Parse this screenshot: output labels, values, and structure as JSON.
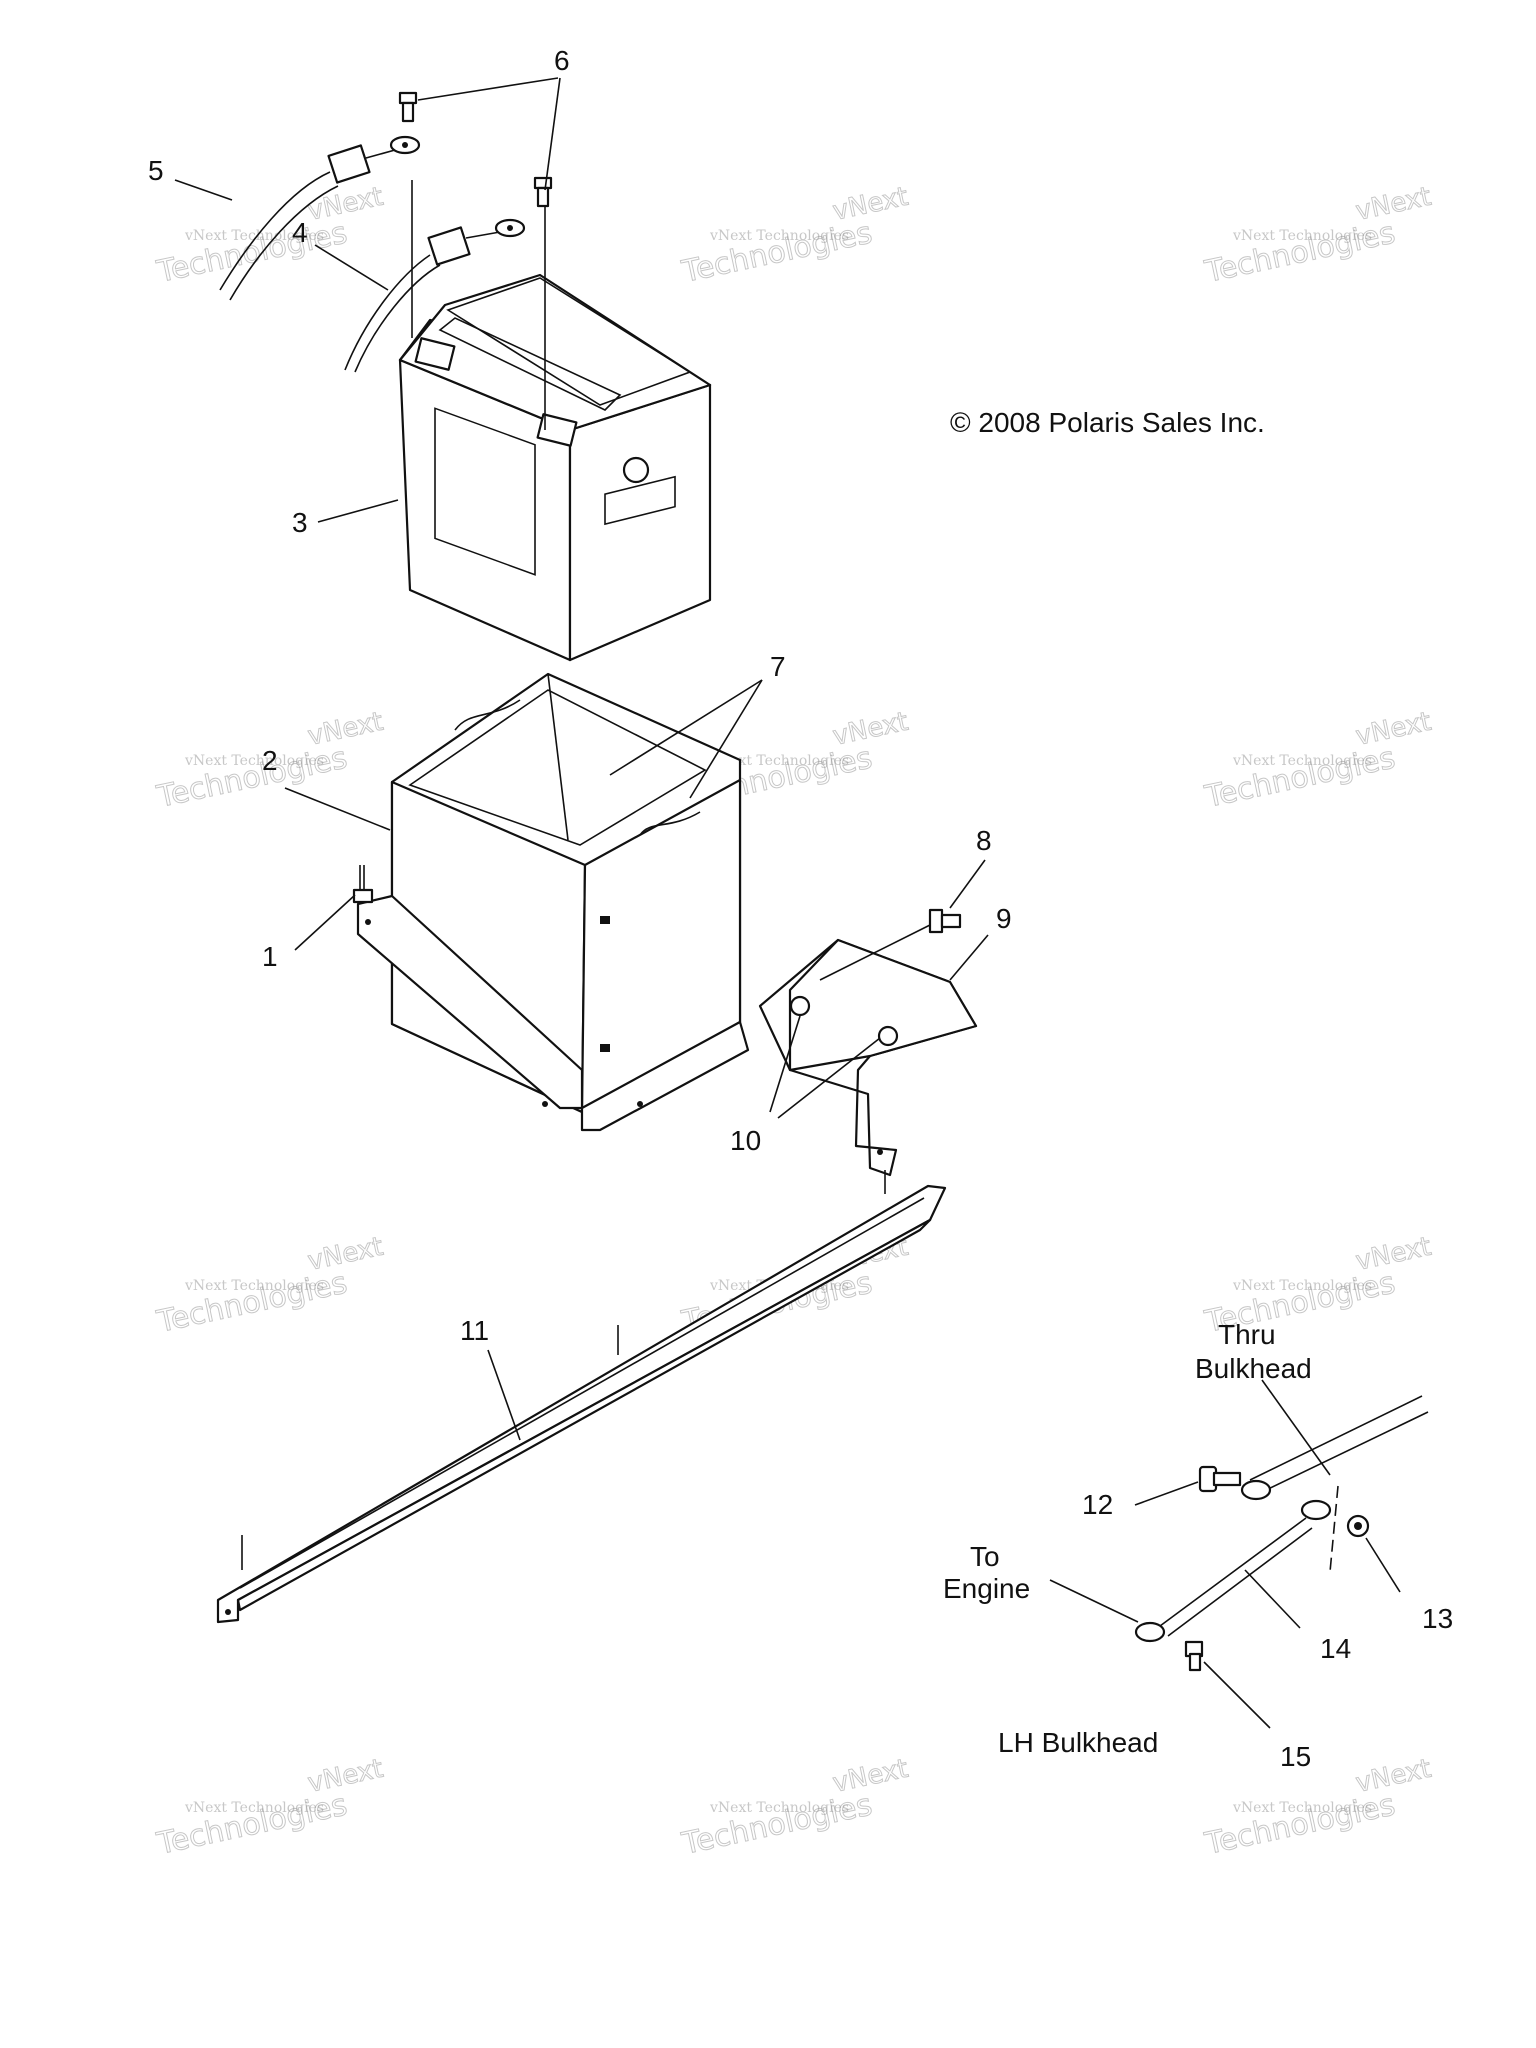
{
  "copyright": "© 2008 Polaris Sales Inc.",
  "watermark": {
    "line1": "vNext Technologies",
    "line2": "vNext",
    "line3": "Technologies"
  },
  "callouts": {
    "c1": "1",
    "c2": "2",
    "c3": "3",
    "c4": "4",
    "c5": "5",
    "c6": "6",
    "c7": "7",
    "c8": "8",
    "c9": "9",
    "c10": "10",
    "c11": "11",
    "c12": "12",
    "c13": "13",
    "c14": "14",
    "c15": "15"
  },
  "notes": {
    "thru_1": "Thru",
    "thru_2": "Bulkhead",
    "to_engine_1": "To",
    "to_engine_2": "Engine",
    "lh_bulkhead": "LH Bulkhead"
  }
}
